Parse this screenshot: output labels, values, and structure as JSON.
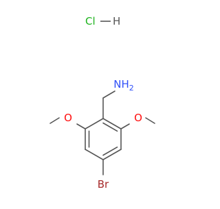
{
  "molecule": {
    "salt_label": "Cl—H",
    "salt_atoms": {
      "chlorine": "Cl",
      "hydrogen": "H"
    },
    "amine_label": "NH",
    "amine_subscript": "2",
    "methoxy_left_label": "O",
    "methoxy_right_label": "O",
    "bromine_label": "Br"
  },
  "colors": {
    "bond": "#555555",
    "chlorine": "#1db31d",
    "nitrogen": "#3050f8",
    "oxygen": "#ff0d0d",
    "bromine": "#a62929"
  }
}
